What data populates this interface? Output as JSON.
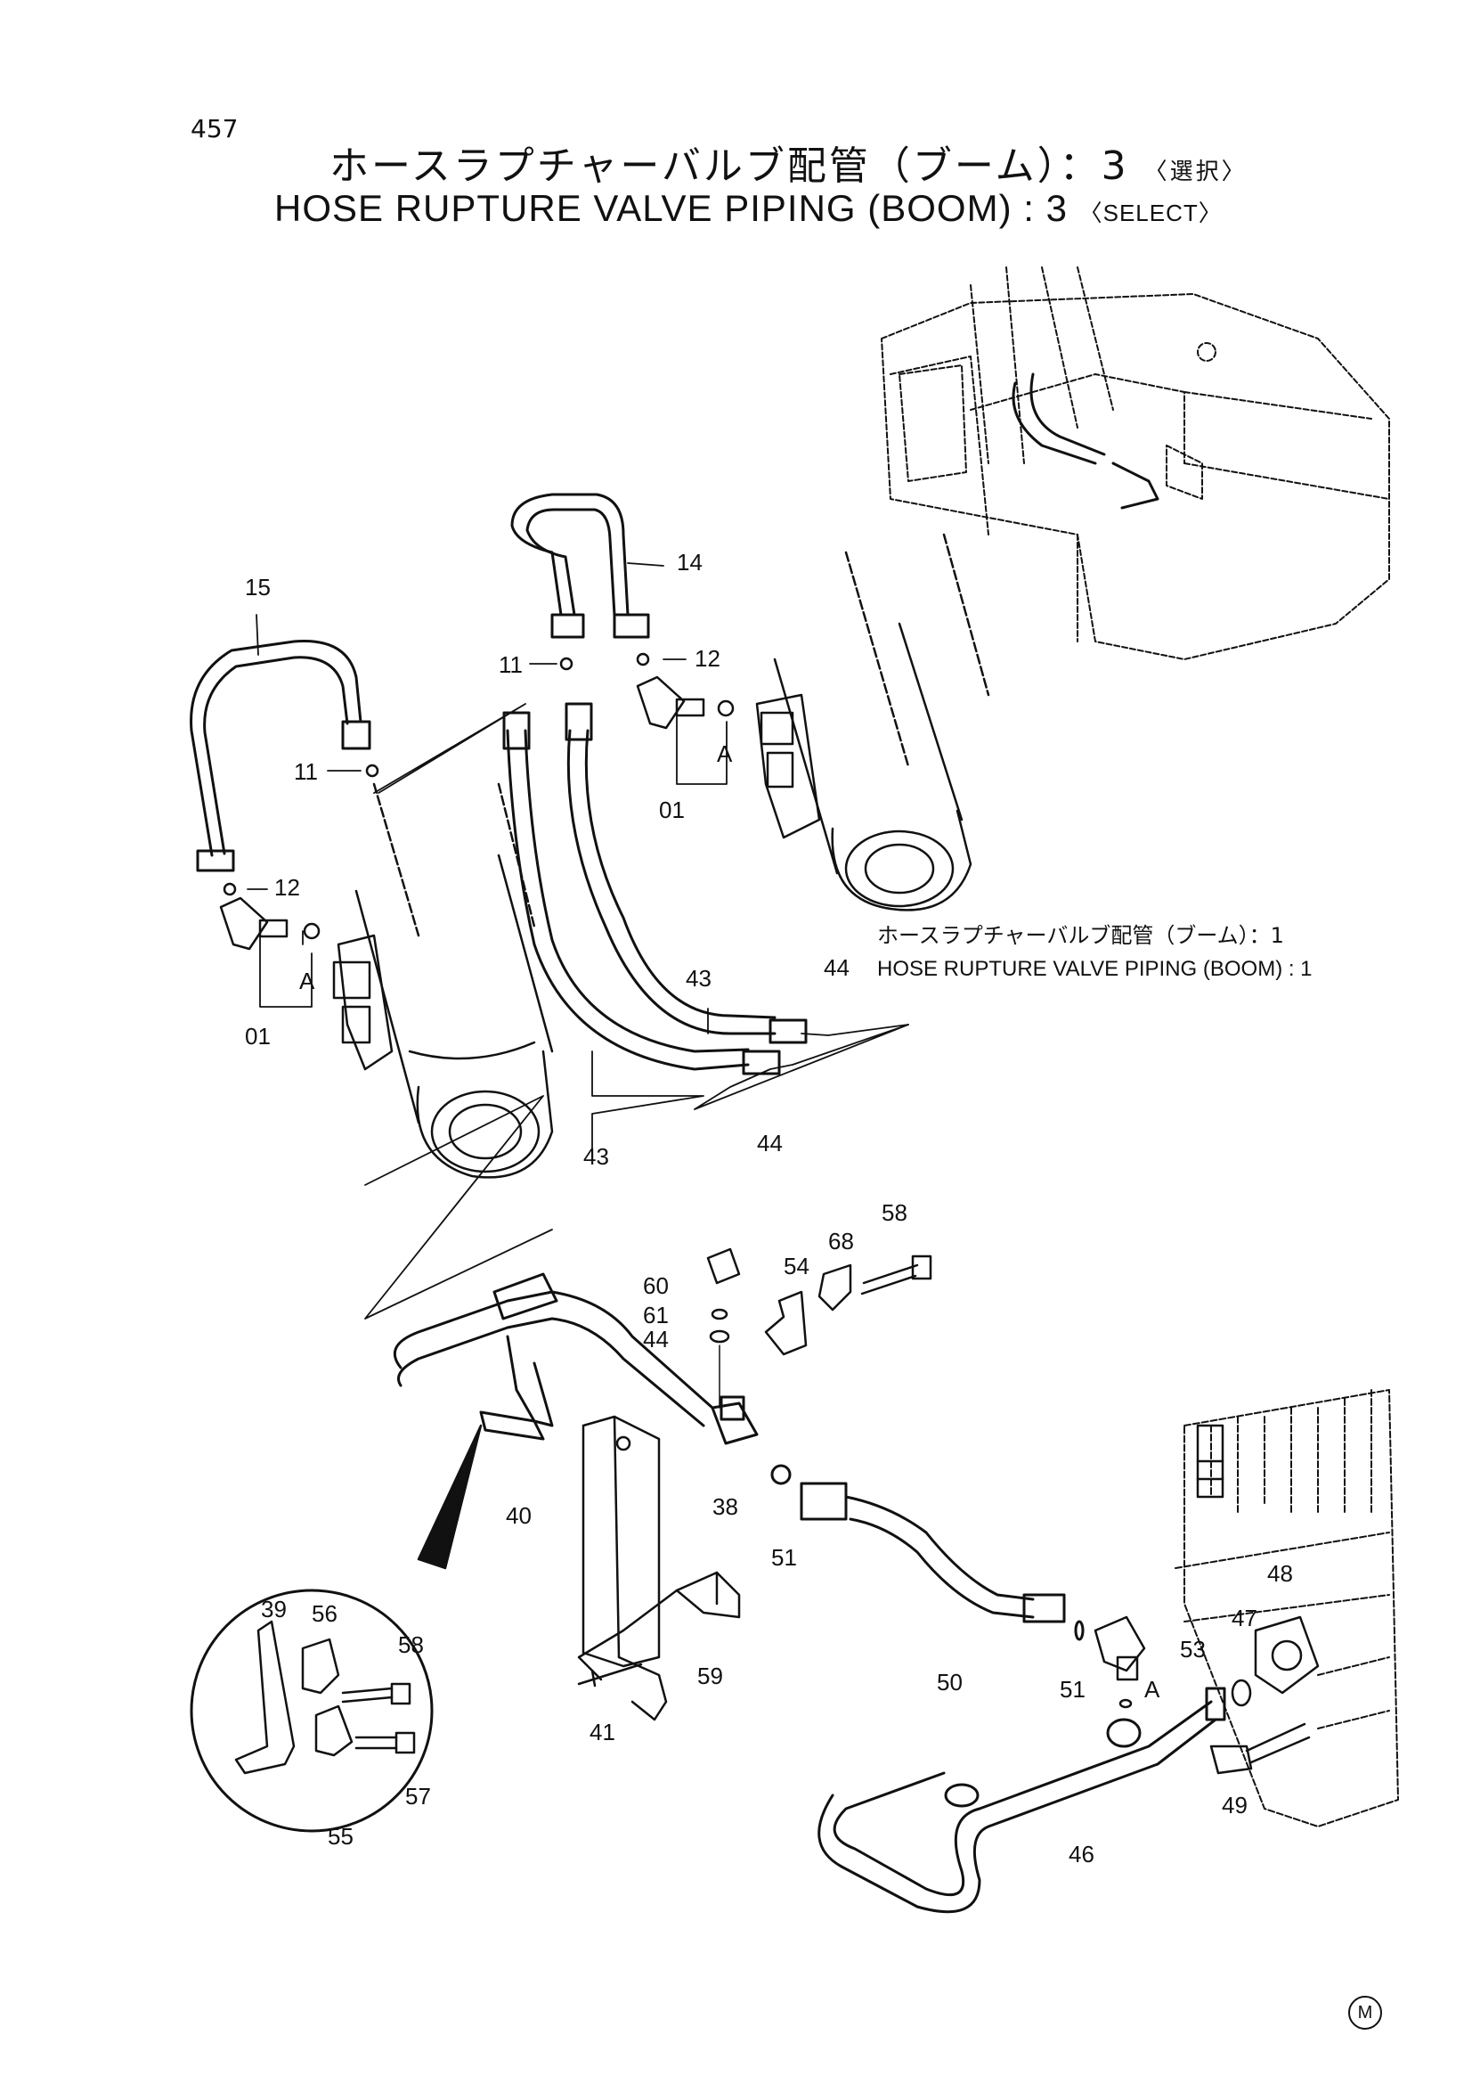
{
  "page_number": "457",
  "title_jp": "ホースラプチャーバルブ配管（ブーム）：3",
  "title_jp_suffix": "〈選択〉",
  "title_en": "HOSE RUPTURE VALVE PIPING (BOOM) : 3",
  "title_en_suffix": "〈SELECT〉",
  "note_jp": "ホースラプチャーバルブ配管（ブーム）：1",
  "note_en": "HOSE RUPTURE VALVE PIPING (BOOM) : 1",
  "corner_mark": "M",
  "labels": {
    "p15": "15",
    "p14": "14",
    "p11a": "11",
    "p11b": "11",
    "p12a": "12",
    "p12b": "12",
    "pAa": "A",
    "pAb": "A",
    "pAc": "A",
    "p01a": "01",
    "p01b": "01",
    "p43a": "43",
    "p43b": "43",
    "p44a": "44",
    "p44b": "44",
    "p58a": "58",
    "p68": "68",
    "p54": "54",
    "p60": "60",
    "p61": "61",
    "p44c": "44",
    "p40": "40",
    "p38": "38",
    "p51a": "51",
    "p51b": "51",
    "p59": "59",
    "p41": "41",
    "p50": "50",
    "p48": "48",
    "p47": "47",
    "p53": "53",
    "p49": "49",
    "p46": "46",
    "p39": "39",
    "p56": "56",
    "p58b": "58",
    "p55": "55",
    "p57": "57"
  }
}
